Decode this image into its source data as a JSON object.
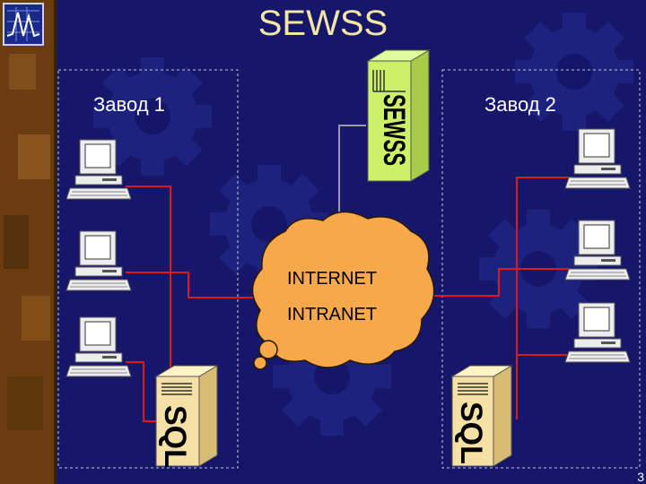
{
  "title": "SEWSS",
  "slide_number": "3",
  "plant1": {
    "label": "Завод 1",
    "server_label": "SQL"
  },
  "plant2": {
    "label": "Завод 2",
    "server_label": "SQL"
  },
  "central_server": {
    "label": "SEWSS"
  },
  "network_cloud": {
    "line1": "INTERNET",
    "line2": "INTRANET"
  },
  "colors": {
    "background": "#16166a",
    "title": "#f2e6a6",
    "link_red": "#e01818",
    "link_gray": "#9a9aa0",
    "cloud": "#f7a84a",
    "server_sewss": "#ccf06a",
    "server_sql": "#f5e0a6",
    "border_strip": "#6a3c10"
  }
}
